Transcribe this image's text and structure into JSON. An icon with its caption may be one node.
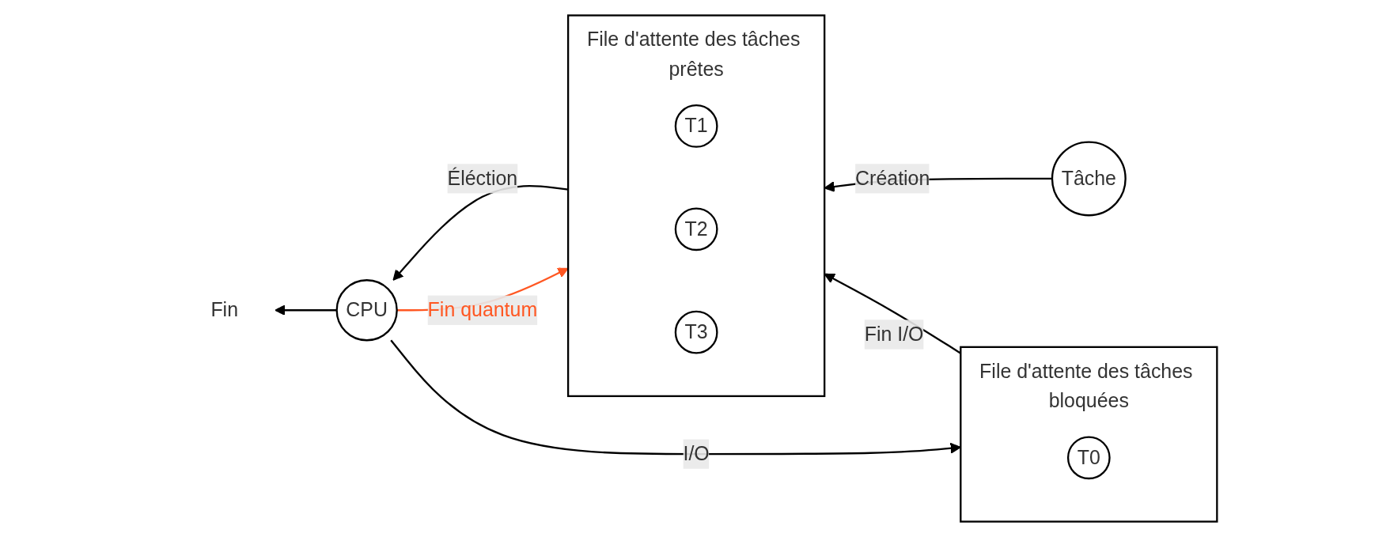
{
  "diagram": {
    "nodes": [
      {
        "text": [
          "Fin"
        ]
      },
      {
        "text": [
          "CPU"
        ]
      },
      {
        "text": [
          "File d'attente des tâches prêtes"
        ]
      },
      {
        "text": [
          "T1"
        ],
        "in": 2
      },
      {
        "text": [
          "T2"
        ],
        "in": 2
      },
      {
        "text": [
          "T3"
        ],
        "in": 2
      },
      {
        "text": [
          "File d'attente des tâches bloquées"
        ]
      },
      {
        "text": [
          "T0"
        ],
        "in": 6
      },
      {
        "text": [
          "Tâche"
        ]
      }
    ],
    "edges": [
      {
        "from": 1,
        "to": 0,
        "arrow": "to"
      },
      {
        "from": 2,
        "to": 1,
        "label": "Éléction",
        "arrow": "to"
      },
      {
        "from": 1,
        "to": 2,
        "label": "Fin quantum",
        "arrow": "to",
        "color": "#ff5722"
      },
      {
        "from": 8,
        "to": 2,
        "label": "Création",
        "arrow": "to"
      },
      {
        "from": 1,
        "to": 6,
        "label": "I/O",
        "arrow": "to"
      },
      {
        "from": 6,
        "to": 2,
        "label": "Fin I/O",
        "arrow": "to"
      }
    ]
  }
}
